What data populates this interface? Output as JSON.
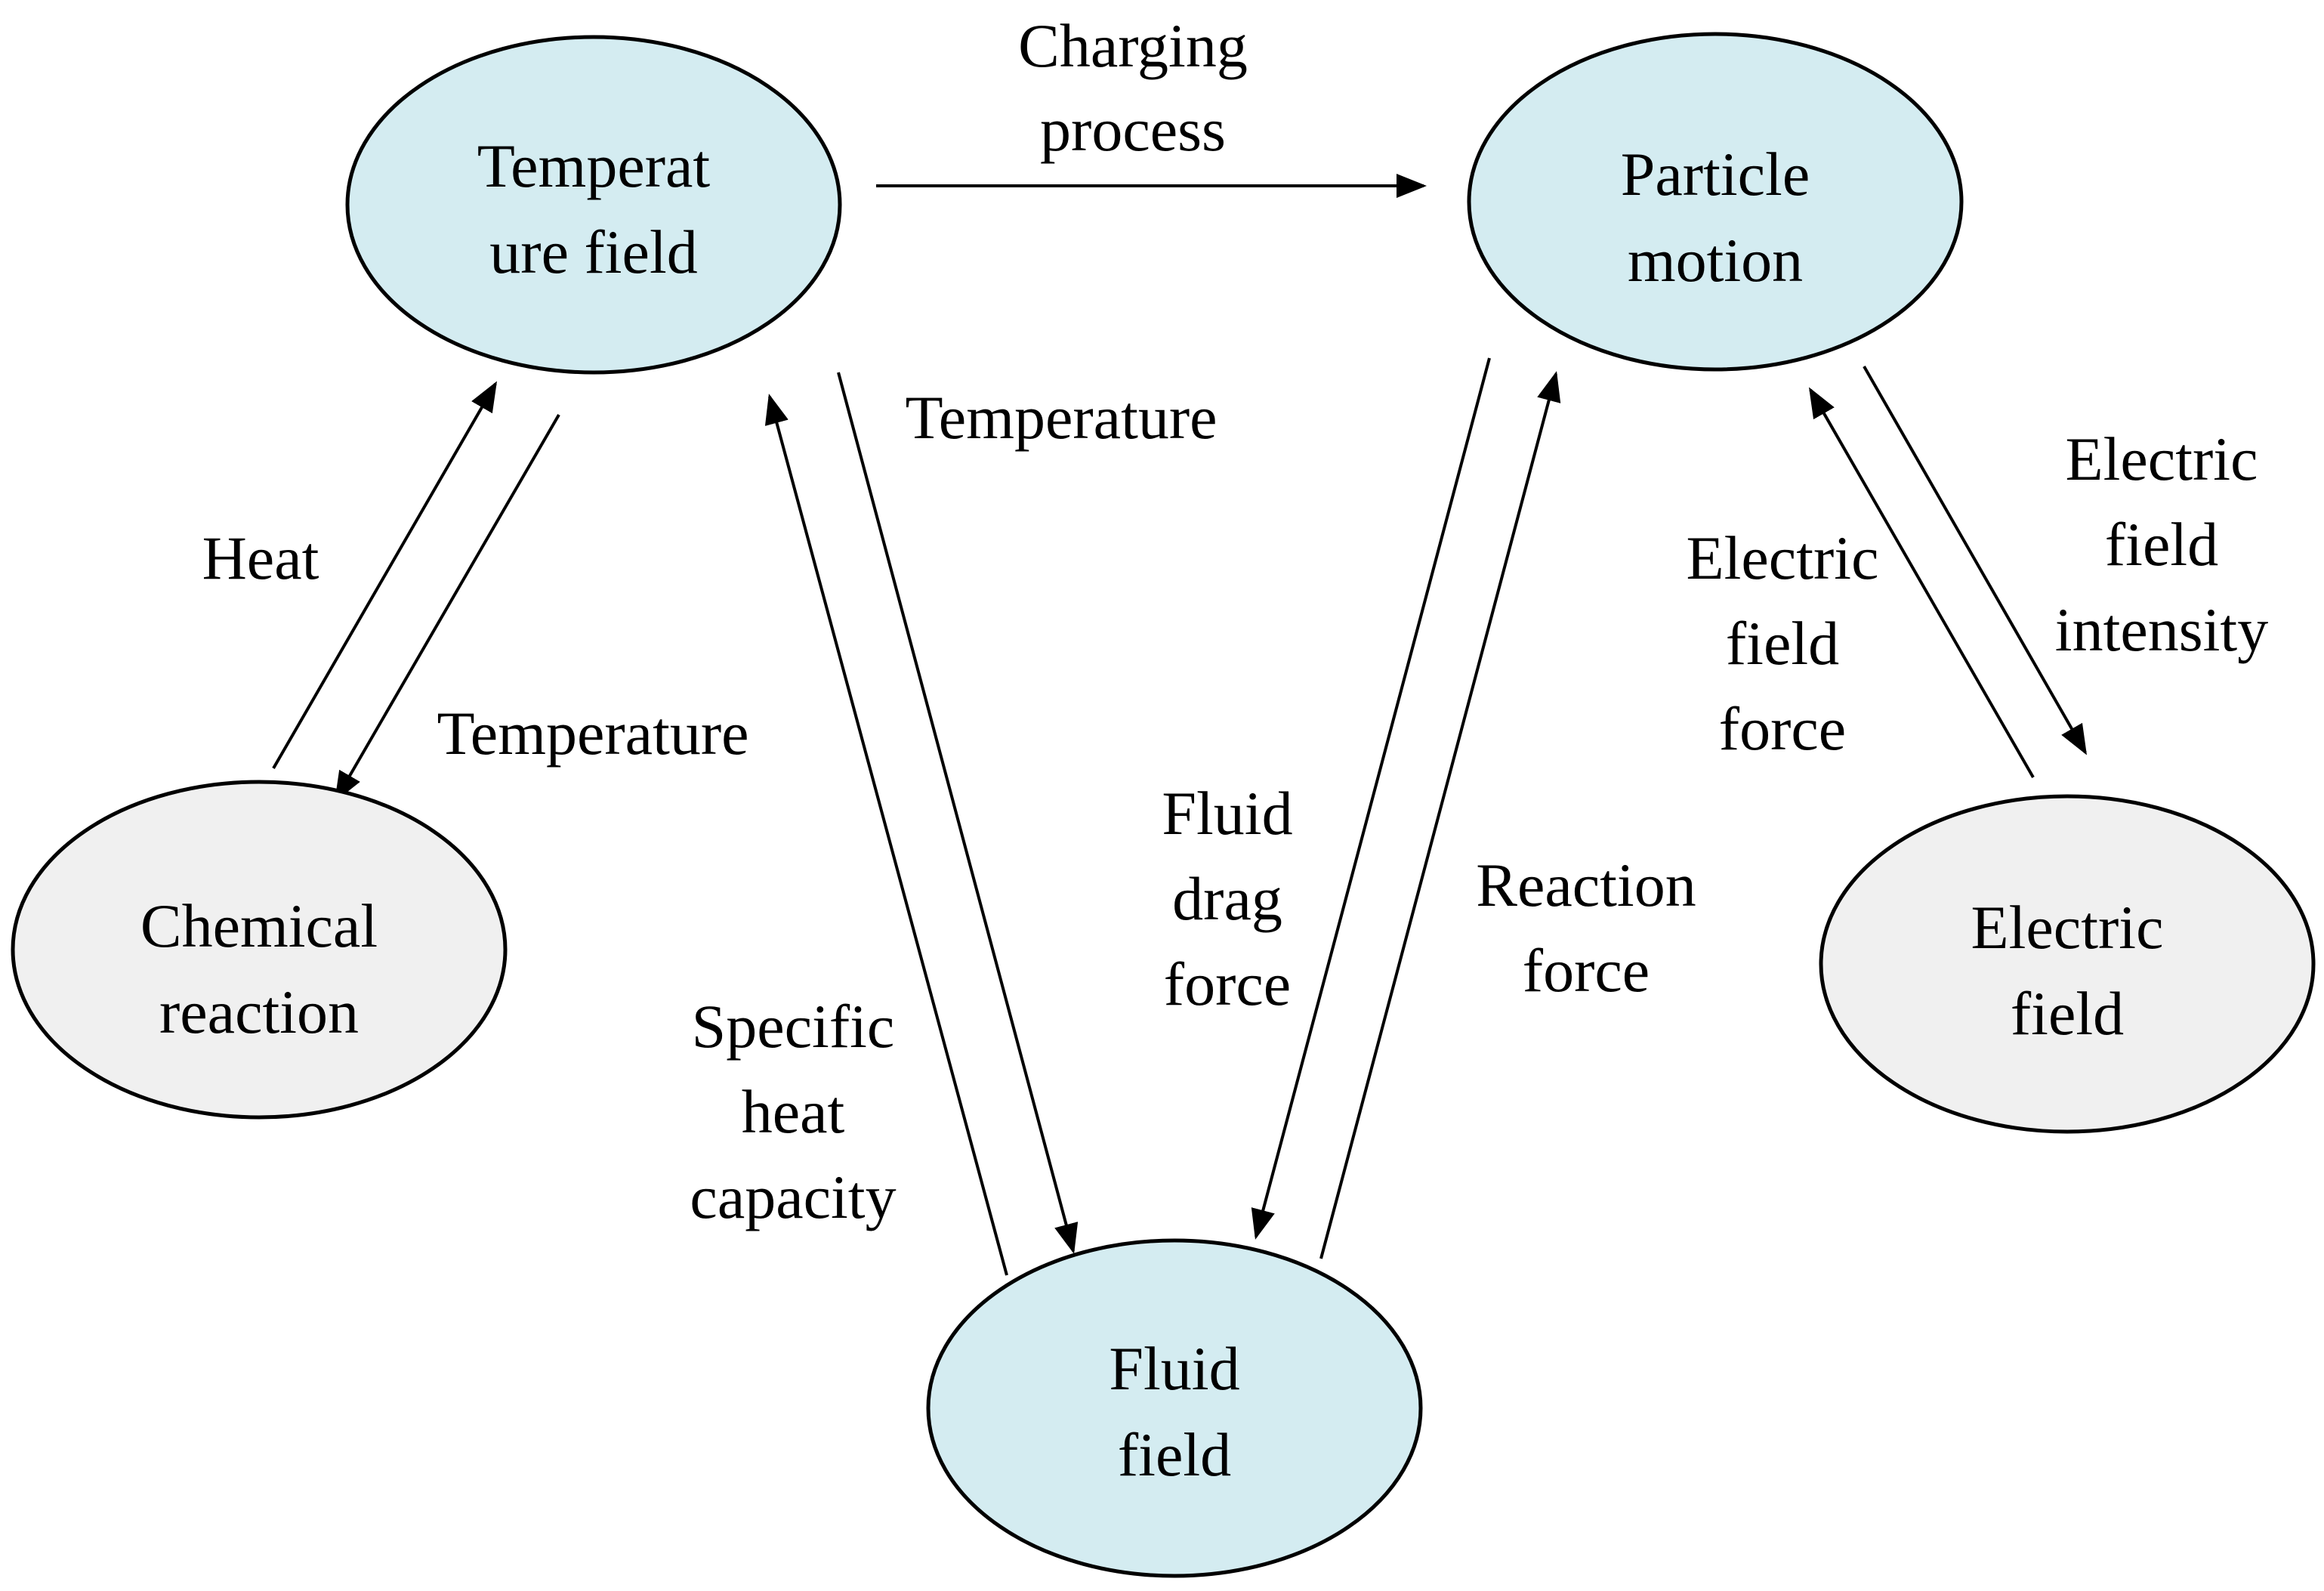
{
  "colors": {
    "primary_node": "#d4ecf1",
    "secondary_node": "#f0f0f0",
    "stroke": "#000000",
    "background": "#ffffff"
  },
  "nodes": {
    "temperature_field": {
      "lines": [
        "Temperat",
        "ure field"
      ]
    },
    "particle_motion": {
      "lines": [
        "Particle",
        "motion"
      ]
    },
    "chemical_reaction": {
      "lines": [
        "Chemical",
        "reaction"
      ]
    },
    "electric_field": {
      "lines": [
        "Electric",
        "field"
      ]
    },
    "fluid_field": {
      "lines": [
        "Fluid",
        "field"
      ]
    }
  },
  "edge_labels": {
    "charging_process": [
      "Charging",
      "process"
    ],
    "heat": [
      "Heat"
    ],
    "temperature_to_chemical": [
      "Temperature"
    ],
    "temperature_to_fluid": [
      "Temperature"
    ],
    "specific_heat_capacity": [
      "Specific",
      "heat",
      "capacity"
    ],
    "fluid_drag_force": [
      "Fluid",
      "drag",
      "force"
    ],
    "reaction_force": [
      "Reaction",
      "force"
    ],
    "electric_field_force": [
      "Electric",
      "field",
      "force"
    ],
    "electric_field_intensity": [
      "Electric",
      "field",
      "intensity"
    ]
  }
}
